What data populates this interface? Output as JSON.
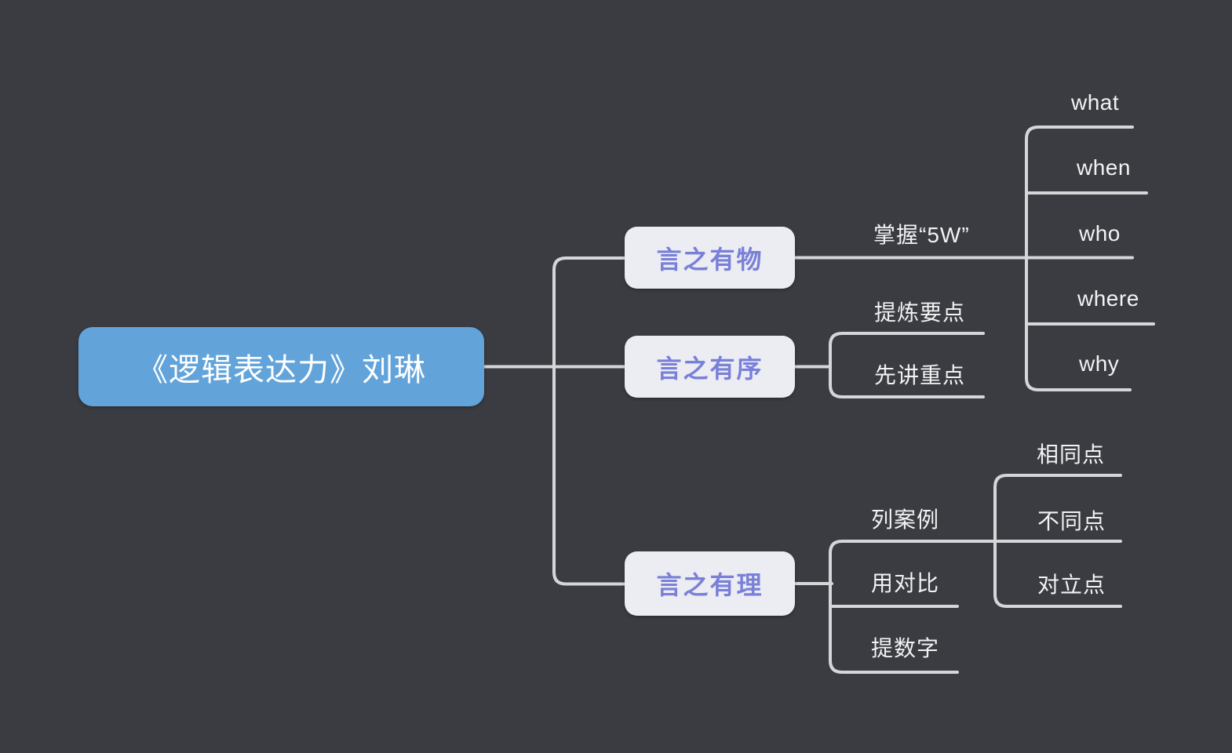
{
  "theme": {
    "background": "#3A3C42",
    "line_color": "#D5D6D8",
    "root_bg": "#62A4DA",
    "root_text_color": "#FFFFFF",
    "topic_bg": "#ECECF3",
    "topic_text_color": "#7980D8",
    "leaf_text_color": "#F2F2F3"
  },
  "mindmap": {
    "root": {
      "label": "《逻辑表达力》刘琳"
    },
    "branches": [
      {
        "label": "言之有物",
        "children": [
          {
            "label": "掌握“5W”",
            "children": [
              "what",
              "when",
              "who",
              "where",
              "why"
            ]
          }
        ]
      },
      {
        "label": "言之有序",
        "children": [
          {
            "label": "提炼要点"
          },
          {
            "label": "先讲重点"
          }
        ]
      },
      {
        "label": "言之有理",
        "children": [
          {
            "label": "列案例",
            "children": [
              "相同点",
              "不同点",
              "对立点"
            ]
          },
          {
            "label": "用对比"
          },
          {
            "label": "提数字"
          }
        ]
      }
    ]
  }
}
